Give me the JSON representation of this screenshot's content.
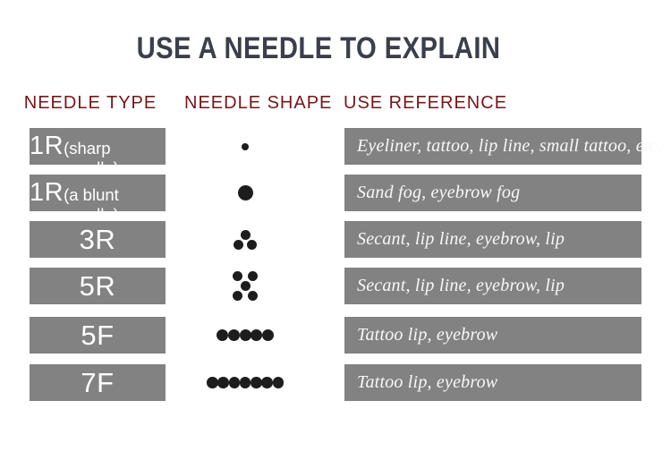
{
  "title": "USE A NEEDLE TO EXPLAIN",
  "columns": {
    "type": "NEEDLE TYPE",
    "shape": "NEEDLE SHAPE",
    "use": "USE REFERENCE"
  },
  "colors": {
    "title_text": "#3b3f4b",
    "header_maroon": "#7a1517",
    "box_gray": "#828282",
    "dot_black": "#1d1d1d",
    "box_text_white": "#ffffff"
  },
  "rows": [
    {
      "type_main": "1R",
      "type_sub": "(sharp needle)",
      "shape": {
        "name": "single-small-dot",
        "pattern": "single",
        "dots": 1,
        "dot_size": 8
      },
      "use": "Eyeliner, tattoo, lip line, small tattoo, etc."
    },
    {
      "type_main": "1R",
      "type_sub": "(a blunt needle)",
      "shape": {
        "name": "single-large-dot",
        "pattern": "single",
        "dots": 1,
        "dot_size": 17
      },
      "use": "Sand fog, eyebrow fog"
    },
    {
      "type_main": "3R",
      "type_sub": "",
      "shape": {
        "name": "three-dot-triangle",
        "pattern": "triangle",
        "dots": 3,
        "dot_size": 11
      },
      "use": "Secant, lip line, eyebrow, lip"
    },
    {
      "type_main": "5R",
      "type_sub": "",
      "shape": {
        "name": "five-dot-cluster",
        "pattern": "quincunx",
        "dots": 5,
        "dot_size": 11
      },
      "use": "Secant, lip line, eyebrow, lip"
    },
    {
      "type_main": "5F",
      "type_sub": "",
      "shape": {
        "name": "five-dot-flat-row",
        "pattern": "row",
        "dots": 5,
        "dot_size": 13
      },
      "use": "Tattoo lip, eyebrow"
    },
    {
      "type_main": "7F",
      "type_sub": "",
      "shape": {
        "name": "seven-dot-flat-row",
        "pattern": "row",
        "dots": 7,
        "dot_size": 12.5
      },
      "use": "Tattoo lip, eyebrow"
    }
  ]
}
